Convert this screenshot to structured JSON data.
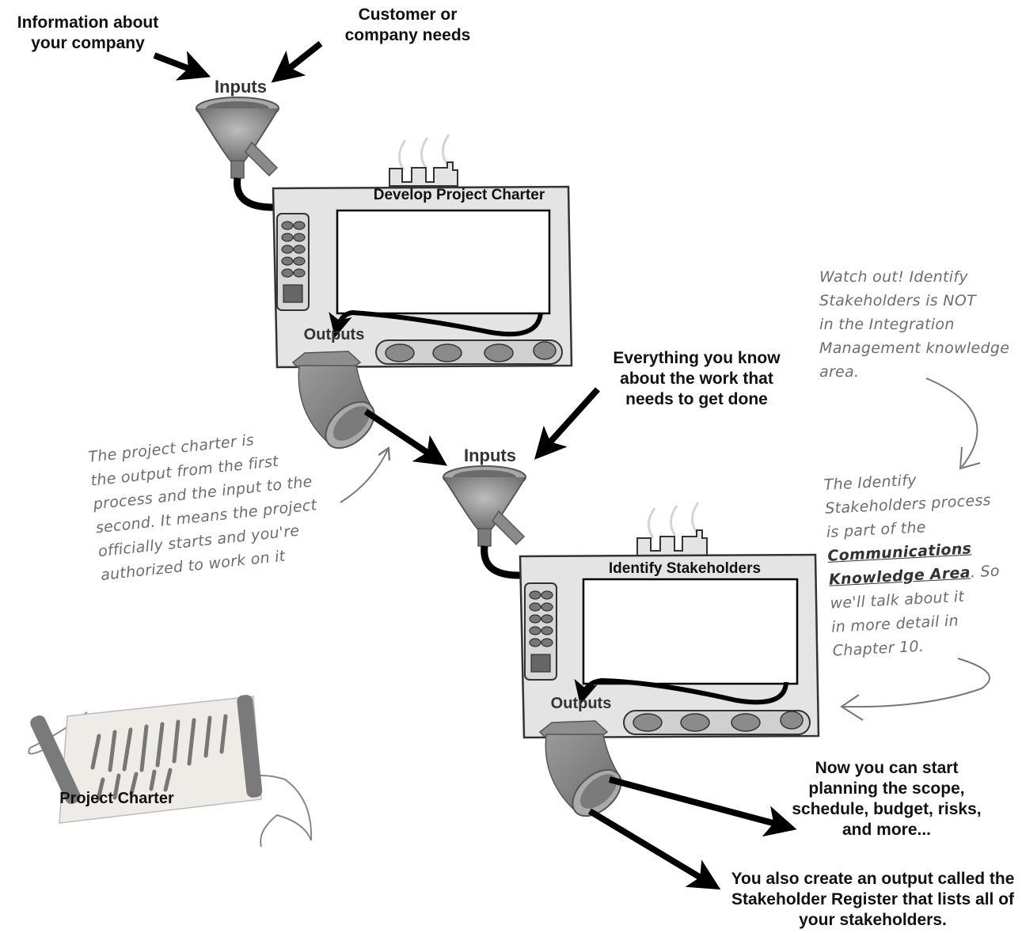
{
  "top_labels": {
    "info_company": "Information about your company",
    "customer_needs": "Customer or company needs",
    "everything_know": "Everything you know about the work that needs to get done"
  },
  "process1": {
    "title": "Develop Project Charter",
    "inputs_label": "Inputs",
    "outputs_label": "Outputs"
  },
  "process2": {
    "title": "Identify Stakeholders",
    "inputs_label": "Inputs",
    "outputs_label": "Outputs"
  },
  "notes": {
    "charter_note": [
      "The project charter is",
      "the output from the first",
      "process and the input to the",
      "second. It means the project",
      "officially starts and you're",
      "authorized to work on it"
    ],
    "watch_out": [
      "Watch out! Identify",
      "Stakeholders is NOT",
      "in the Integration",
      "Management knowledge",
      "area."
    ],
    "identify_note": {
      "line1": "The Identify",
      "line2": "Stakeholders process",
      "line3": "is part of the",
      "line4": "Communications",
      "line5_underlined": "Knowledge Area",
      "line5_rest": ". So",
      "line6": "we'll talk about it",
      "line7": "in more detail in",
      "line8": "Chapter 10."
    }
  },
  "charter_scroll_label": "Project Charter",
  "outcome_labels": {
    "planning": "Now you can start planning the scope, schedule, budget, risks, and more...",
    "register": "You also create an output called the Stakeholder Register that lists all of your stakeholders."
  },
  "colors": {
    "machine_fill": "#e4e4e4",
    "funnel": "#8d8d8d",
    "arrow": "#000000",
    "handwriting": "#6d6d6d"
  }
}
